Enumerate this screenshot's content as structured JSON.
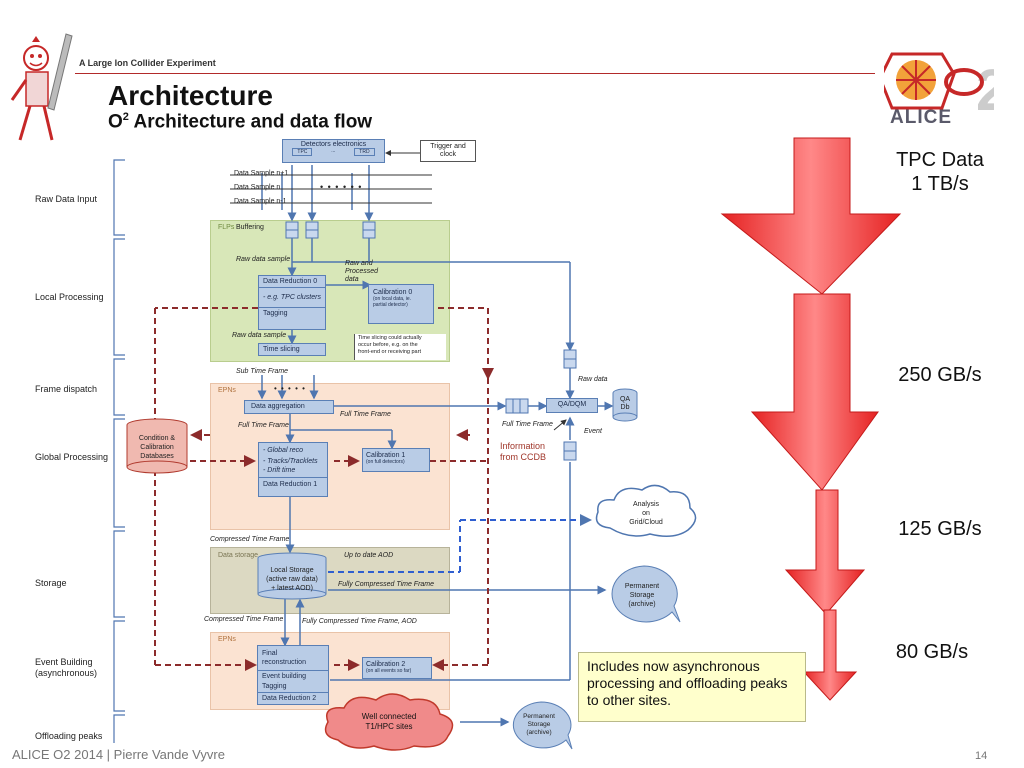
{
  "header": {
    "org_line": "A Large Ion Collider Experiment",
    "title": "Architecture",
    "subtitle_prefix": "O",
    "subtitle_sup": "2",
    "subtitle_rest": " Architecture and data flow",
    "alice_logo_text": "ALICE"
  },
  "bands": [
    "Raw Data Input",
    "Local Processing",
    "Frame dispatch",
    "Global Processing",
    "Storage",
    "Event Building\n(asynchronous)",
    "Offloading peaks"
  ],
  "diagram": {
    "detectors_electronics": "Detectors electronics",
    "tpc": "TPC",
    "dots": "...",
    "trd": "TRD",
    "trigger_clock": "Trigger and\nclock",
    "samples": [
      "Data Sample n+1",
      "Data Sample n",
      "Data Sample n-1"
    ],
    "sample_dots": "• • • • • •",
    "flps": "FLPs",
    "buffering": "Buffering",
    "raw_data_sample_1": "Raw data sample",
    "raw_processed": "Raw and\nProcessed\ndata",
    "data_reduction_0": "Data Reduction 0",
    "tpc_clusters": "- e.g. TPC clusters",
    "tagging": "Tagging",
    "calibration_0": "Calibration 0",
    "calibration_0_sub": "(on local data, ie.\npartial detector)",
    "raw_data_sample_2": "Raw data sample",
    "time_slicing": "Time slicing",
    "time_slicing_note": "Time slicing could actually\noccur before, e.g. on the\nfront-end or receiving part",
    "sub_time_frame": "Sub Time Frame",
    "epns_1": "EPNs",
    "epn_dots": "• • • • •",
    "data_aggregation": "Data aggregation",
    "full_time_frame_1": "Full Time Frame",
    "full_time_frame_2": "Full Time Frame",
    "full_time_frame_3": "Full Time Frame",
    "raw_data": "Raw data",
    "qa_dqm": "QA/DQM",
    "qa_db": "QA\nDb",
    "event": "Event",
    "info_ccdb": "Information\nfrom CCDB",
    "ccdb": "Condition &\nCalibration\nDatabases",
    "global_reco": "- Global reco",
    "tracks": "- Tracks/Tracklets",
    "drift_time": "- Drift time",
    "data_reduction_1": "Data Reduction 1",
    "calibration_1": "Calibration 1",
    "calibration_1_sub": "(on full detectors)",
    "analysis_cloud": "Analysis\non\nGrid/Cloud",
    "compressed_tf_1": "Compressed Time Frame",
    "data_storage": "Data storage",
    "up_to_date_aod": "Up to date AOD",
    "local_storage": "Local Storage\n(active raw data)\n+ latest AOD)",
    "fully_compressed_tf_1": "Fully Compressed Time Frame",
    "permanent_storage_1": "Permanent\nStorage\n(archive)",
    "compressed_tf_2": "Compressed Time Frame",
    "fully_compressed_tf_aod": "Fully Compressed Time Frame, AOD",
    "epns_2": "EPNs",
    "final_reco": "Final\nreconstruction",
    "event_building": "Event building",
    "tagging_2": "Tagging",
    "data_reduction_2": "Data Reduction 2",
    "calibration_2": "Calibration 2",
    "calibration_2_sub": "(on all events so far)",
    "t1_hpc": "Well connected\nT1/HPC sites",
    "permanent_storage_2": "Permanent\nStorage\n(archive)"
  },
  "rates": {
    "tpc_data": "TPC Data\n1 TB/s",
    "r250": "250 GB/s",
    "r125": "125 GB/s",
    "r80": "80 GB/s"
  },
  "note": "Includes now asynchronous processing and offloading peaks to other sites.",
  "footer": "ALICE O2  2014 |  Pierre Vande Vyvre",
  "page_number": "14",
  "colors": {
    "arrow_red": "#e52222",
    "flp_green": "#d8e7b8",
    "epn_peach": "#fbe3d2",
    "storage_tan": "#dcd9c2",
    "box_blue": "#b9cce6",
    "note_yellow": "#ffffcc"
  }
}
